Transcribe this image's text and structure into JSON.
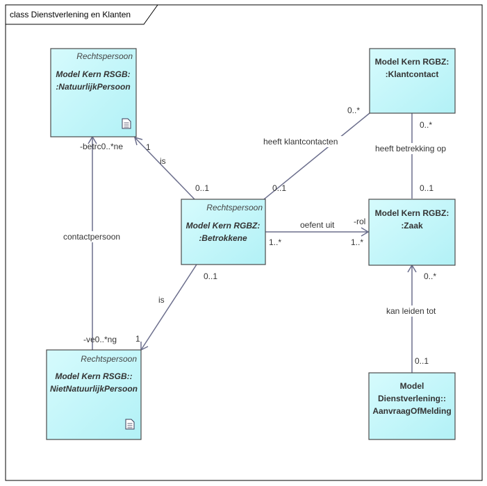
{
  "frame_title": "class Dienstverlening en Klanten",
  "classes": {
    "natuurlijk_persoon": {
      "stereotype": "Rechtspersoon",
      "line1": "Model Kern RSGB:",
      "line2": ":NatuurlijkPersoon"
    },
    "betrokkene": {
      "stereotype": "Rechtspersoon",
      "line1": "Model Kern RGBZ:",
      "line2": ":Betrokkene"
    },
    "niet_natuurlijk_persoon": {
      "stereotype": "Rechtspersoon",
      "line1": "Model Kern RSGB::",
      "line2": "NietNatuurlijkPersoon"
    },
    "klantcontact": {
      "line1": "Model Kern RGBZ:",
      "line2": ":Klantcontact"
    },
    "zaak": {
      "line1": "Model Kern RGBZ:",
      "line2": ":Zaak"
    },
    "aanvraag": {
      "line1": "Model",
      "line2": "Dienstverlening::",
      "line3": "AanvraagOfMelding"
    }
  },
  "associations": {
    "is_np": {
      "label": "is",
      "mult_source": "0..1",
      "mult_target": "1"
    },
    "is_nnp": {
      "label": "is",
      "mult_source": "0..1",
      "mult_target": "1"
    },
    "contactpersoon": {
      "label": "contactpersoon",
      "role_top": "-betrc0..*ne",
      "role_bottom": "-ve0..*ng"
    },
    "heeft_klantcontacten": {
      "label": "heeft klantcontacten",
      "mult_source": "0..1",
      "mult_target": "0..*"
    },
    "oefent_uit": {
      "label": "oefent uit",
      "mult_source": "1..*",
      "mult_target": "1..*",
      "role": "-rol"
    },
    "heeft_betrekking_op": {
      "label": "heeft betrekking op",
      "mult_top": "0..*",
      "mult_bottom": "0..1"
    },
    "kan_leiden_tot": {
      "label": "kan leiden tot",
      "mult_top": "0..*",
      "mult_bottom": "0..1"
    }
  },
  "colors": {
    "class_fill": "#c8f8fa",
    "class_border": "#4a4a4a",
    "line": "#6b6e8c",
    "frame": "#000000"
  }
}
